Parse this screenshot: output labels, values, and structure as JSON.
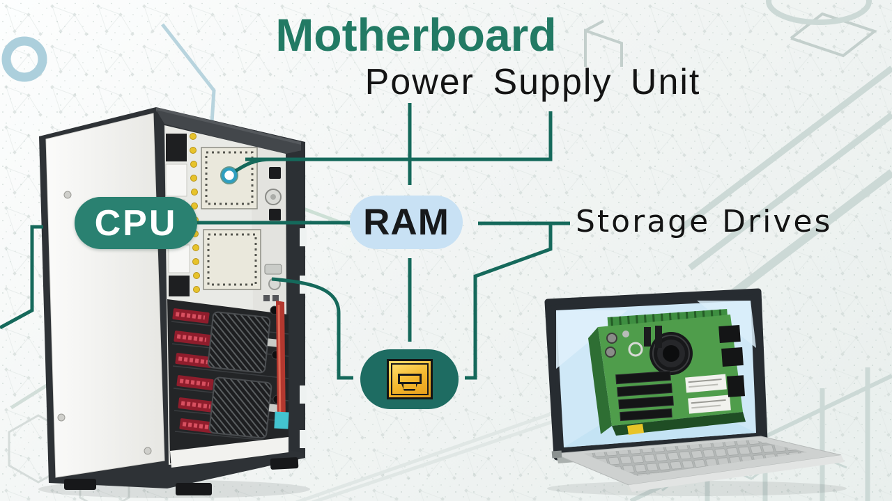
{
  "header": {
    "title": "Motherboard",
    "subtitle": "Power Supply Unit"
  },
  "nodes": {
    "cpu": {
      "label": "CPU"
    },
    "ram": {
      "label": "RAM"
    },
    "storage": {
      "label": "Storage Drives"
    }
  },
  "icons": {
    "chip": "gold square chip / storage glyph inside teal pill",
    "marker_dot": "blue circular callout dot on power-supply module"
  },
  "illustrations": {
    "tower": "open desktop tower case showing motherboard modules and drive bays",
    "laptop": "laptop displaying a green motherboard circuit board on screen"
  },
  "palette": {
    "title_green": "#227a64",
    "connector_teal": "#15695b",
    "cpu_pill": "#2a8171",
    "cpu_text": "#ffffff",
    "ram_pill": "#c8e1f4",
    "chip_pill": "#1e6c62",
    "chip_gold": "#f3b62c",
    "marker_blue": "#2f9fc0",
    "label_black": "#141414",
    "background": "#eef2f1"
  }
}
